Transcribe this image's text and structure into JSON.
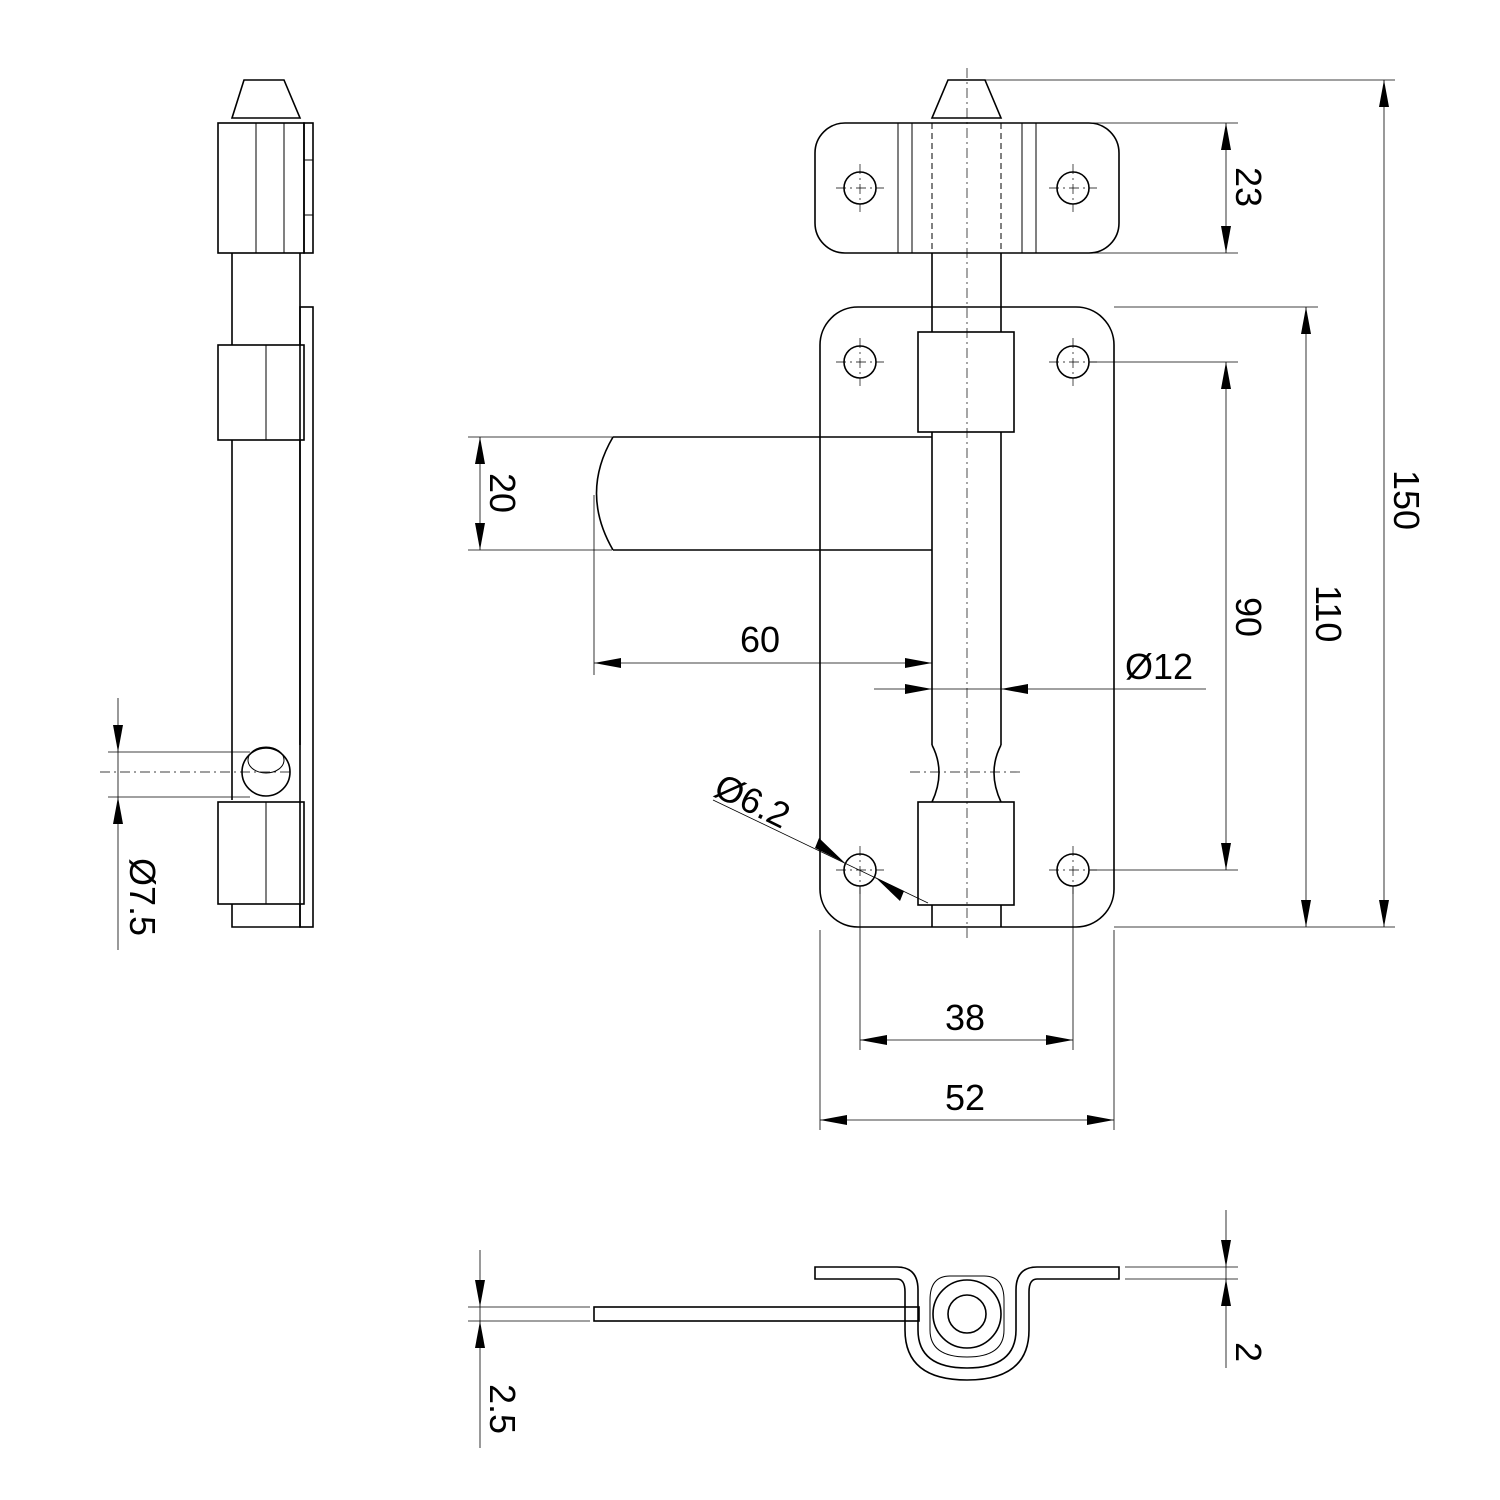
{
  "dimensions": {
    "overall_length": "150",
    "plate_length": "110",
    "hole_spacing_vertical": "90",
    "keeper_height": "23",
    "handle_width": "20",
    "handle_reach": "60",
    "bolt_diameter": "Ø12",
    "hole_diameter": "Ø6.2",
    "hole_spacing_horizontal": "38",
    "plate_width": "52",
    "pin_diameter": "Ø7.5",
    "keeper_thickness": "2",
    "plate_thickness": "2.5"
  }
}
